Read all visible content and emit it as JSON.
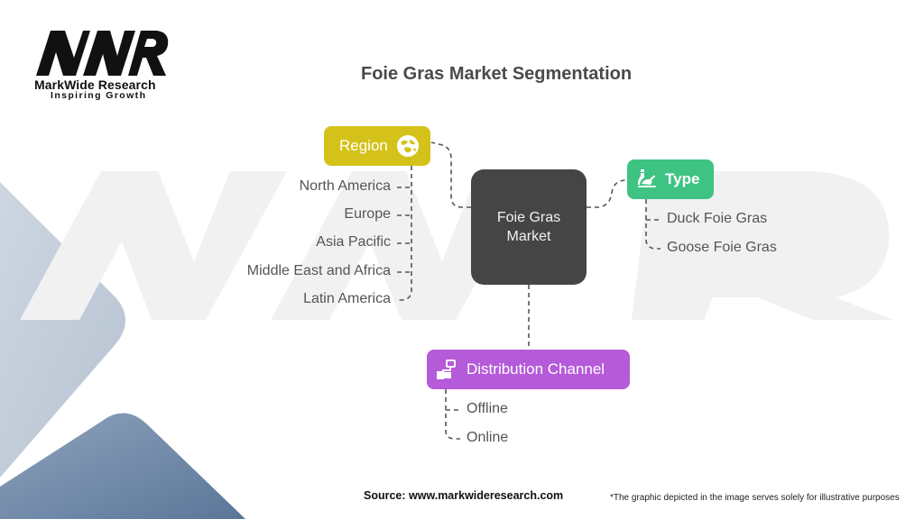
{
  "brand": {
    "logo_text": "MWR",
    "name": "MarkWide Research",
    "tagline": "Inspiring Growth"
  },
  "title": "Foie Gras Market Segmentation",
  "center": {
    "label_line1": "Foie Gras",
    "label_line2": "Market",
    "color": "#454545"
  },
  "segments": {
    "region": {
      "label": "Region",
      "icon": "globe-icon",
      "color": "#d4c21a",
      "items": [
        "North America",
        "Europe",
        "Asia Pacific",
        "Middle East and Africa",
        "Latin America"
      ]
    },
    "type": {
      "label": "Type",
      "icon": "roast-duck-icon",
      "color": "#3ec383",
      "items": [
        "Duck Foie Gras",
        "Goose Foie Gras"
      ]
    },
    "distribution_channel": {
      "label": "Distribution Channel",
      "icon": "network-icon",
      "color": "#b55ad9",
      "items": [
        "Offline",
        "Online"
      ]
    }
  },
  "footer": {
    "source": "Source: www.markwideresearch.com",
    "disclaimer": "*The graphic depicted in the image serves solely for illustrative purposes"
  }
}
